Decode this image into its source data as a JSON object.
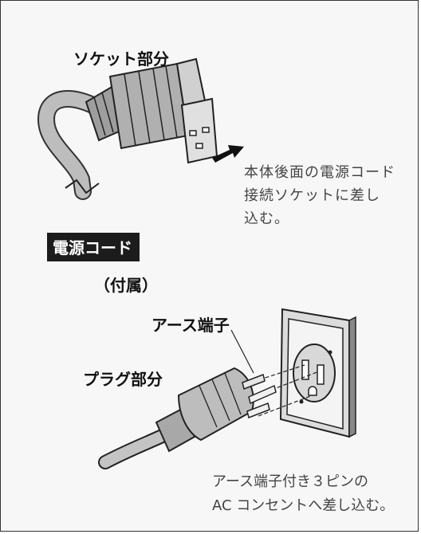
{
  "socket": {
    "label": "ソケット部分",
    "caption_lines": [
      "本体後面の電源コード",
      "接続ソケットに差し",
      "込む。"
    ]
  },
  "cord": {
    "badge": "電源コード",
    "note": "（付属）"
  },
  "plug": {
    "ground_label": "アース端子",
    "label": "プラグ部分",
    "caption_lines": [
      "アース端子付き３ピンの",
      "AC コンセントへ差し込む。"
    ]
  }
}
